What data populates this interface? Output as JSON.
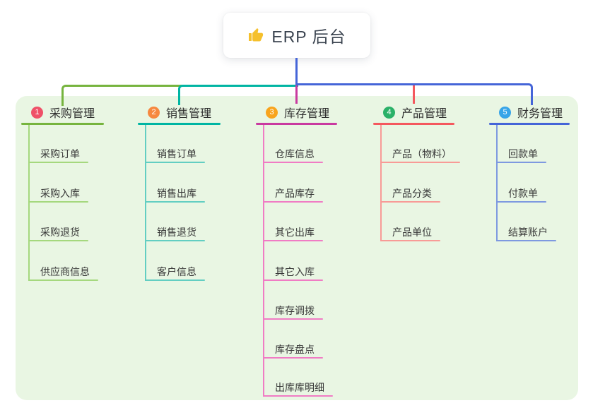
{
  "root": {
    "icon": "thumbs-up-icon",
    "label": "ERP 后台"
  },
  "colors": {
    "canvas_bg": "#ffffff",
    "panel_bg": "#e9f6e3",
    "root_line": "#4565d8",
    "root_text": "#39424e",
    "header_text": "#2d2d2d",
    "child_text": "#383838",
    "icon_yellow": "#f5c02c"
  },
  "branches": [
    {
      "badge": "1",
      "label": "采购管理",
      "badge_color": "#ef5168",
      "line_color": "#76b43e",
      "light_color": "#a5d87e",
      "children": [
        "采购订单",
        "采购入库",
        "采购退货",
        "供应商信息"
      ]
    },
    {
      "badge": "2",
      "label": "销售管理",
      "badge_color": "#f6883f",
      "line_color": "#00b5a3",
      "light_color": "#63cec2",
      "children": [
        "销售订单",
        "销售出库",
        "销售退货",
        "客户信息"
      ]
    },
    {
      "badge": "3",
      "label": "库存管理",
      "badge_color": "#f8a41d",
      "line_color": "#c93aa0",
      "light_color": "#f07cc4",
      "children": [
        "仓库信息",
        "产品库存",
        "其它出库",
        "其它入库",
        "库存调拨",
        "库存盘点",
        "出库库明细"
      ]
    },
    {
      "badge": "4",
      "label": "产品管理",
      "badge_color": "#2ab168",
      "line_color": "#f4585e",
      "light_color": "#f89b97",
      "children": [
        "产品（物料）",
        "产品分类",
        "产品单位"
      ]
    },
    {
      "badge": "5",
      "label": "财务管理",
      "badge_color": "#38a5e8",
      "line_color": "#4565d8",
      "light_color": "#7e99e0",
      "children": [
        "回款单",
        "付款单",
        "结算账户"
      ]
    }
  ]
}
